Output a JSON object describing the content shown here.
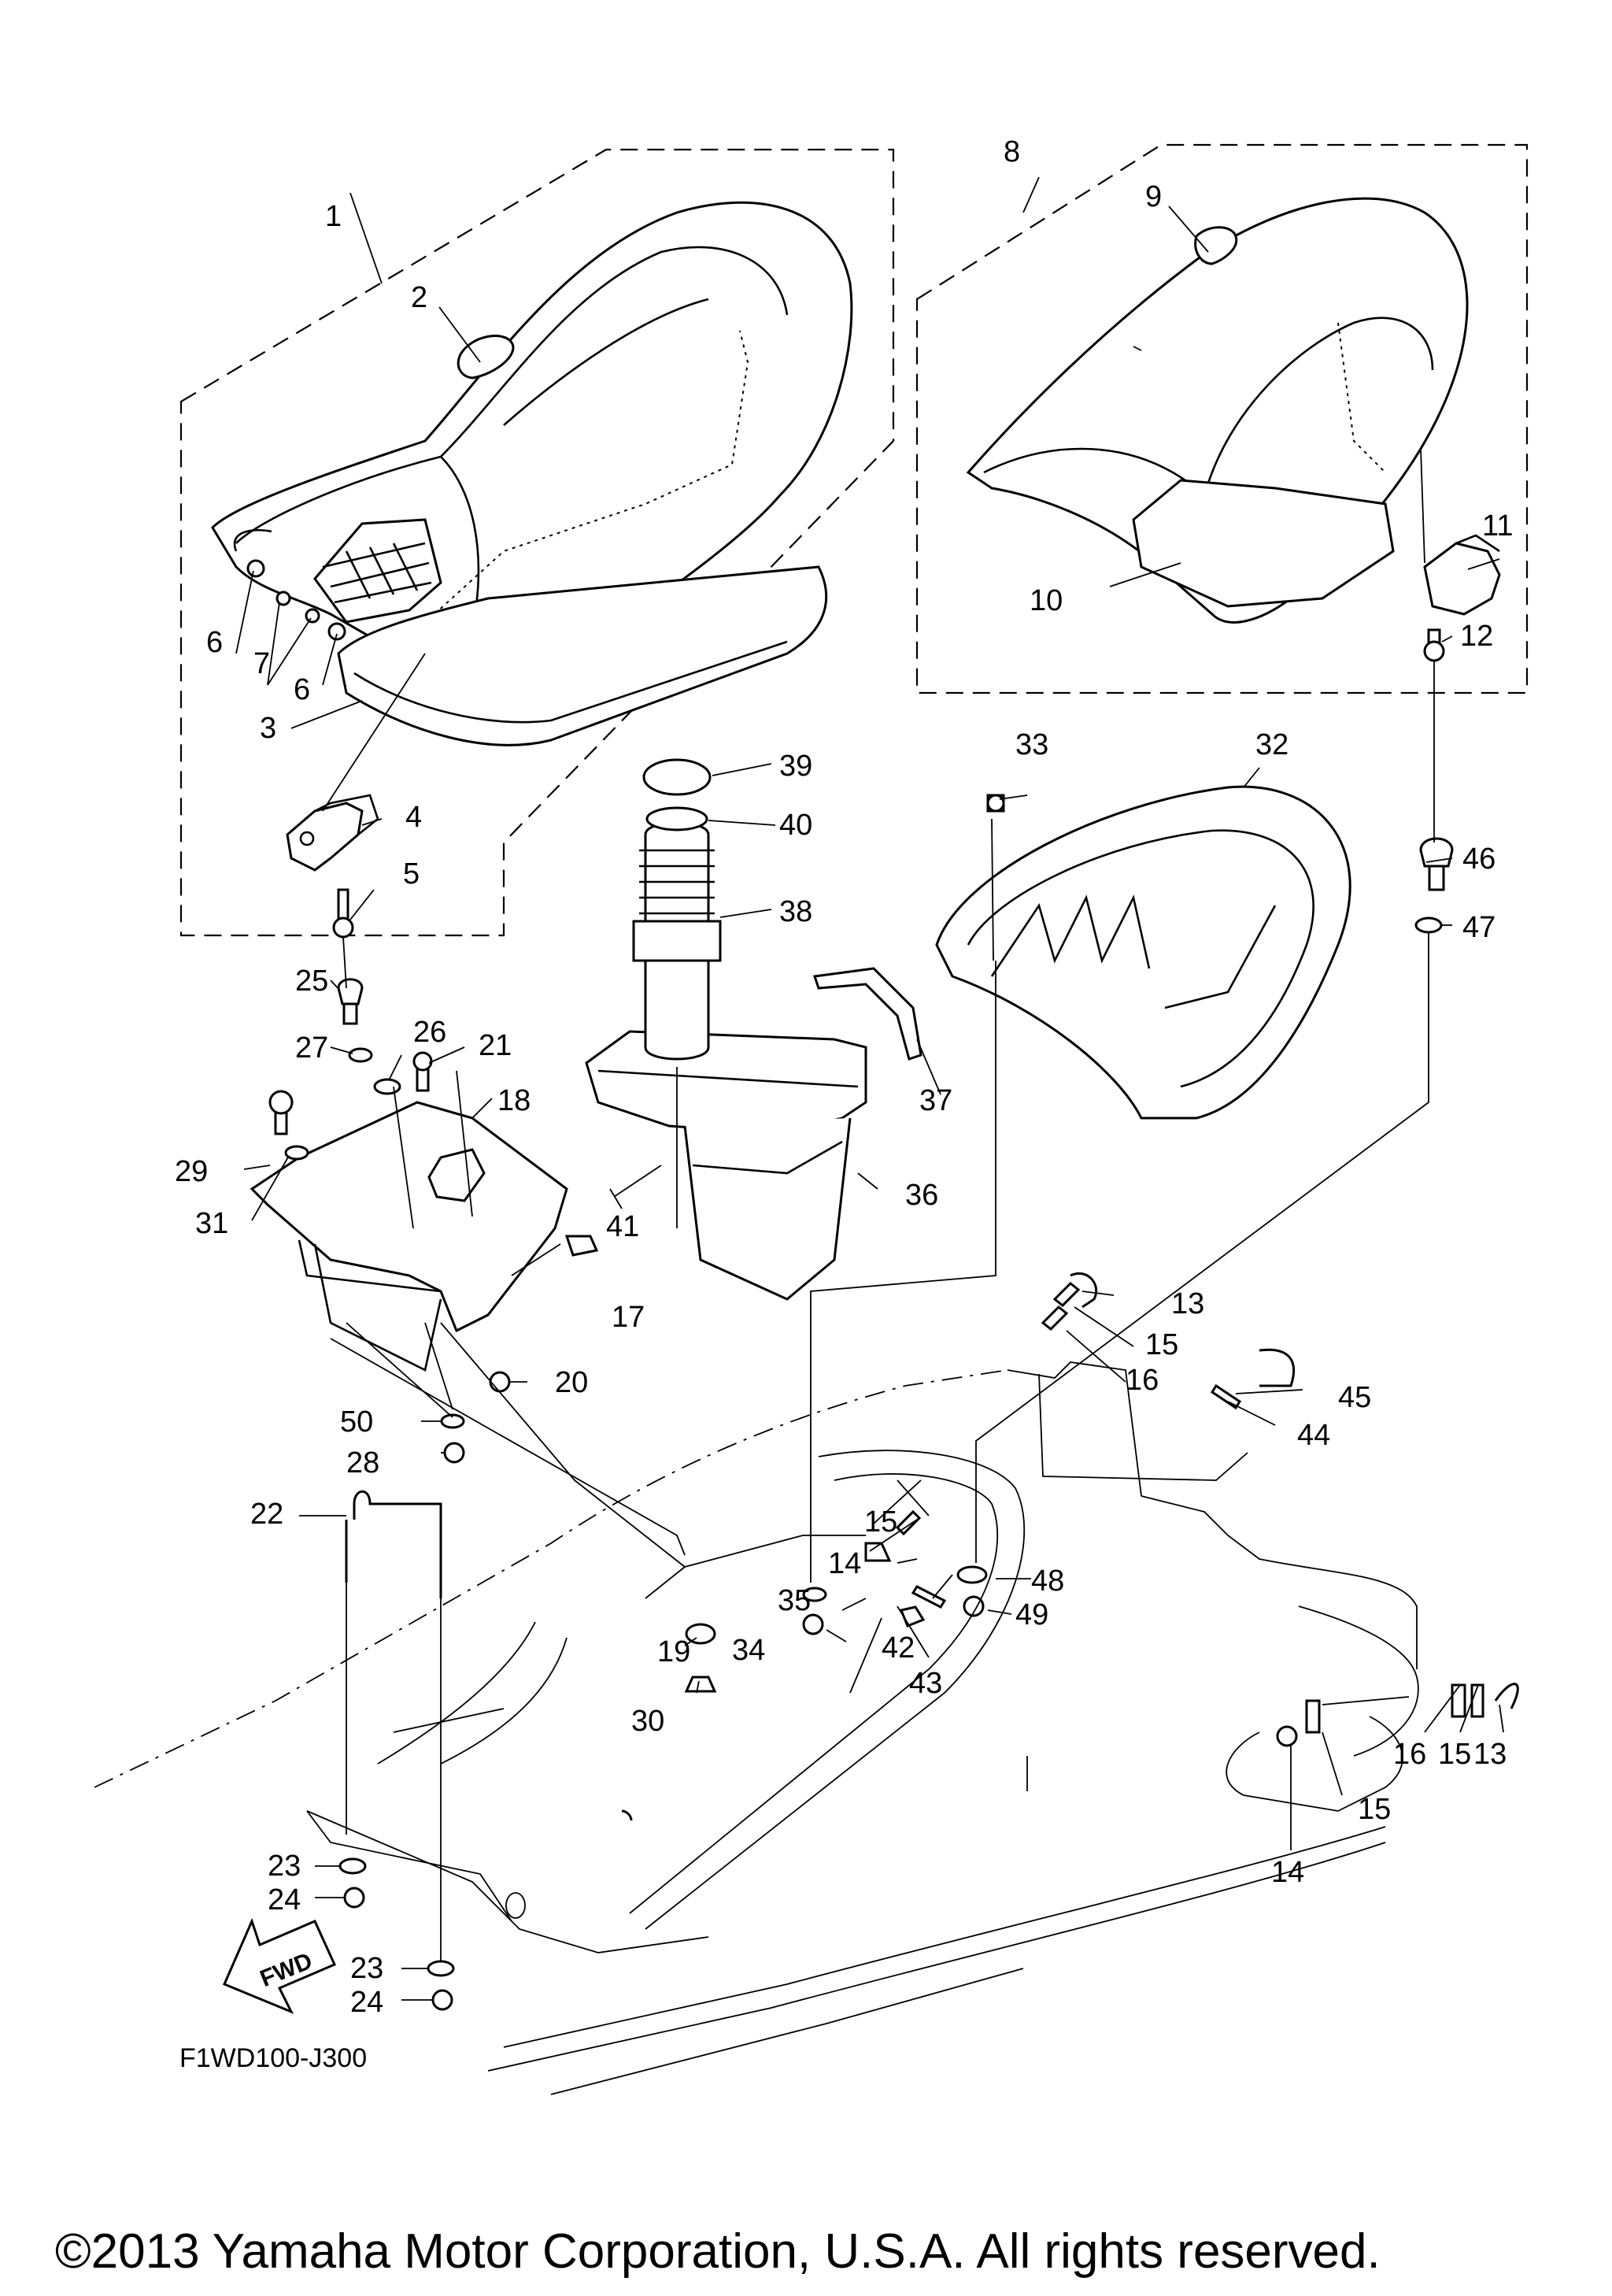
{
  "diagram": {
    "callouts": [
      "1",
      "2",
      "3",
      "4",
      "5",
      "6",
      "6",
      "7",
      "8",
      "9",
      "10",
      "11",
      "12",
      "13",
      "15",
      "16",
      "45",
      "44",
      "39",
      "40",
      "38",
      "33",
      "32",
      "46",
      "47",
      "37",
      "36",
      "41",
      "25",
      "27",
      "26",
      "21",
      "18",
      "29",
      "31",
      "17",
      "20",
      "50",
      "28",
      "22",
      "15",
      "14",
      "48",
      "35",
      "49",
      "34",
      "43",
      "42",
      "19",
      "30",
      "16",
      "15",
      "13",
      "15",
      "14",
      "23",
      "24",
      "23",
      "24"
    ],
    "drawing_code": "F1WD100-J300",
    "fwd_label": "FWD",
    "copyright": "©2013 Yamaha Motor Corporation, U.S.A. All rights reserved."
  }
}
